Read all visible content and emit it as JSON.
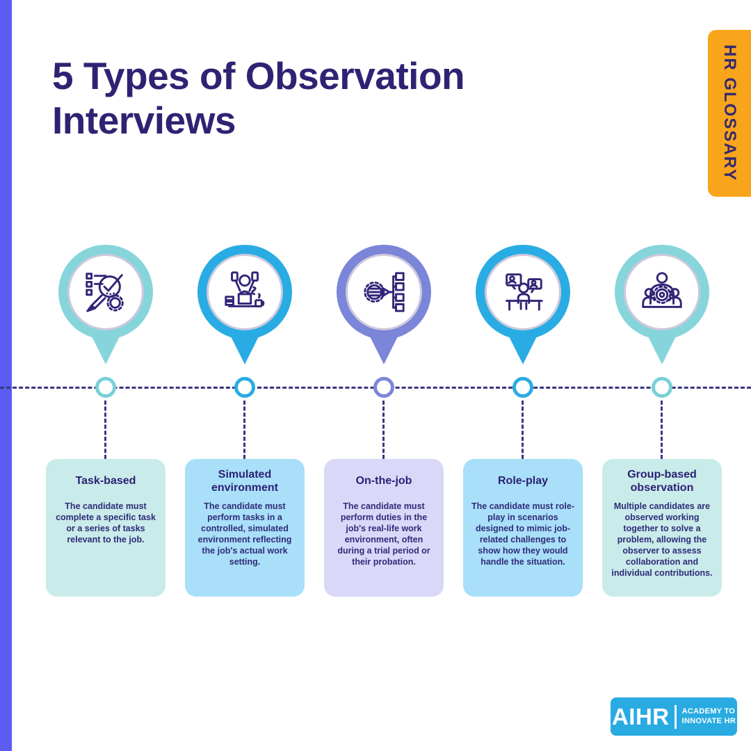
{
  "page": {
    "title": "5 Types of Observation Interviews",
    "badge": "HR GLOSSARY"
  },
  "items": [
    {
      "title": "Task-based",
      "description": "The candidate must complete a specific task or a series of tasks relevant to the job.",
      "icon": "magnifier-checklist-icon",
      "pin_color": "#86D5DB",
      "card_color": "#C9EBEA"
    },
    {
      "title": "Simulated environment",
      "description": "The candidate must perform tasks in a controlled, simulated environment reflecting the job's actual work setting.",
      "icon": "multitasking-person-icon",
      "pin_color": "#29ACE3",
      "card_color": "#A9DFF8"
    },
    {
      "title": "On-the-job",
      "description": "The candidate must perform duties in the job's real-life work environment, often during a trial period or their probation.",
      "icon": "gear-pencil-orgchart-icon",
      "pin_color": "#7B86D8",
      "card_color": "#DAD8F8"
    },
    {
      "title": "Role-play",
      "description": "The candidate must role-play in scenarios designed to mimic job-related challenges to show how they would handle the situation.",
      "icon": "roleplay-discussion-icon",
      "pin_color": "#29ACE3",
      "card_color": "#A9DFF8"
    },
    {
      "title": "Group-based observation",
      "description": "Multiple candidates are observed working together to solve a problem, allowing the observer to assess collaboration and individual contributions.",
      "icon": "group-gear-icon",
      "pin_color": "#86D5DB",
      "card_color": "#C9EBEA"
    }
  ],
  "footer": {
    "logo_text": "AIHR",
    "logo_tagline_line1": "ACADEMY TO",
    "logo_tagline_line2": "INNOVATE HR"
  },
  "colors": {
    "accent_left_bar": "#5A5CF2",
    "badge_orange": "#F9A51B",
    "dark_purple_text": "#2E2373",
    "timeline_dash": "#3A3580",
    "teal": "#86D5DB",
    "blue": "#29ACE3",
    "periwinkle": "#7B86D8",
    "logo_blue": "#29ABE2"
  }
}
